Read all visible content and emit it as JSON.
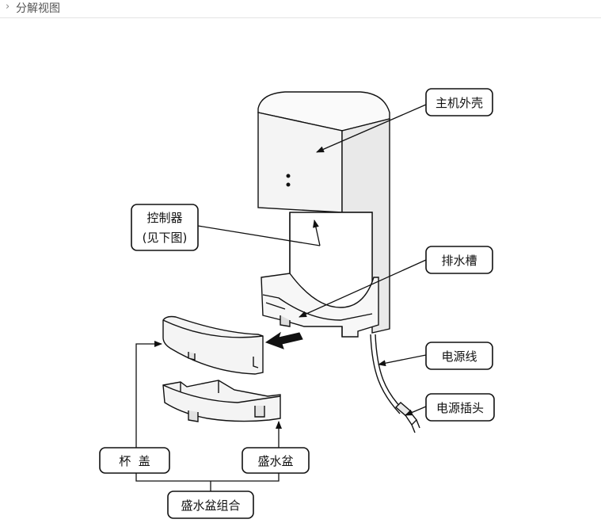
{
  "header": {
    "title": "分解视图"
  },
  "labels": {
    "shell": "主机外壳",
    "controller_line1": "控制器",
    "controller_line2": "(见下图)",
    "drain": "排水槽",
    "cable": "电源线",
    "plug": "电源插头",
    "cup_lid": "杯  盖",
    "basin": "盛水盆",
    "basin_assembly": "盛水盆组合"
  },
  "colors": {
    "line": "#111111",
    "part_fill": "#f4f4f4",
    "part_shadow": "#dcdcdc"
  }
}
